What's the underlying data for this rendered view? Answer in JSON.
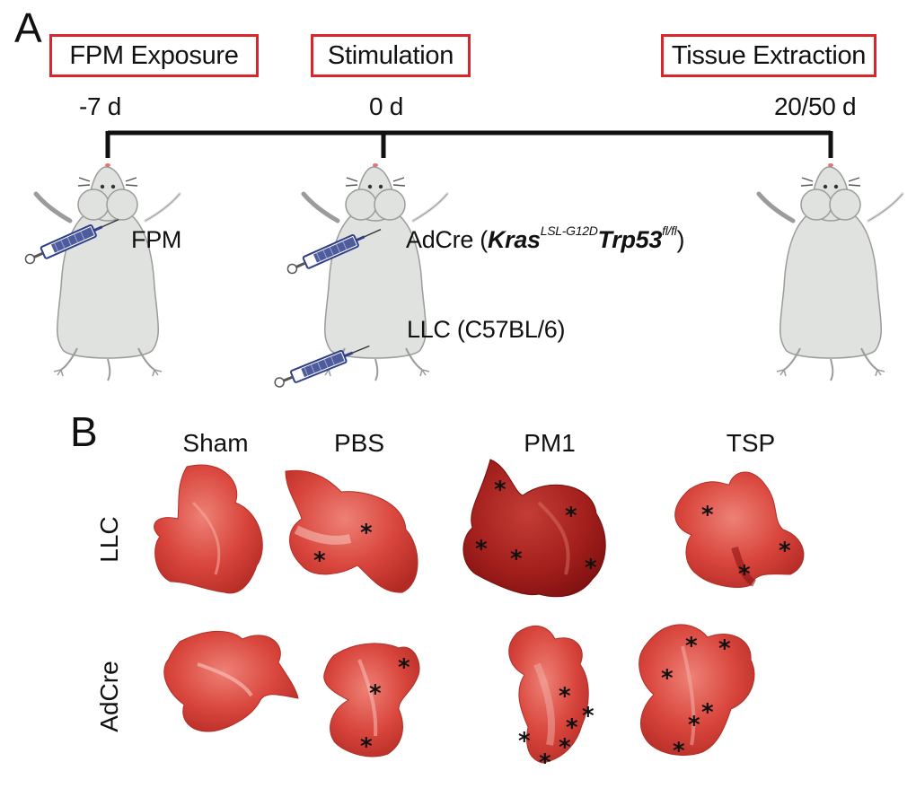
{
  "panel_a": {
    "label": "A",
    "stages": [
      {
        "name": "FPM Exposure",
        "time": "-7 d"
      },
      {
        "name": "Stimulation",
        "time": "0 d"
      },
      {
        "name": "Tissue Extraction",
        "time": "20/50 d"
      }
    ],
    "fpm_label": "FPM",
    "adcre_prefix": "AdCre (",
    "adcre_gene1": "Kras",
    "adcre_sup1": "LSL-G12D",
    "adcre_gene2": "Trp53",
    "adcre_sup2": "fl/fl",
    "adcre_suffix": ")",
    "llc_label": "LLC (C57BL/6)"
  },
  "panel_b": {
    "label": "B",
    "columns": [
      "Sham",
      "PBS",
      "PM1",
      "TSP"
    ],
    "rows": [
      "LLC",
      "AdCre"
    ],
    "tumor_marker": "*"
  },
  "colors": {
    "box_border": "#d9262b",
    "mouse_fill": "#dfe2de",
    "mouse_stroke": "#9a9c99",
    "lung_base": "#d9463d",
    "lung_dark": "#8e1414",
    "syringe": "#2f3f8a"
  }
}
